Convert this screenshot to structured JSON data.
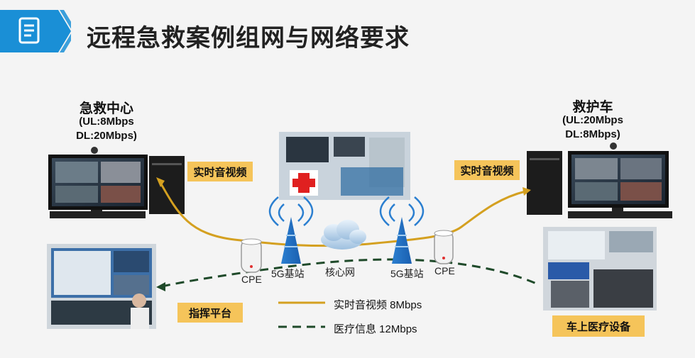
{
  "header": {
    "title": "远程急救案例组网与网络要求",
    "icon": "document-icon",
    "accent_color": "#1a8fd6"
  },
  "emergency_center": {
    "title": "急救中心",
    "ul": "(UL:8Mbps",
    "dl": "DL:20Mbps)"
  },
  "ambulance": {
    "title": "救护车",
    "ul": "(UL:20Mbps",
    "dl": "DL:8Mbps)"
  },
  "tags": {
    "av_left": "实时音视频",
    "av_right": "实时音视频",
    "command": "指挥平台",
    "vehicle_medical": "车上医疗设备"
  },
  "network": {
    "cpe_left": "CPE",
    "cpe_right": "CPE",
    "bs_left": "5G基站",
    "bs_right": "5G基站",
    "core": "核心网"
  },
  "legend": {
    "av": "实时音视频 8Mbps",
    "medical": "医疗信息 12Mbps",
    "av_color": "#d4a020",
    "medical_color": "#1f4a2a"
  }
}
